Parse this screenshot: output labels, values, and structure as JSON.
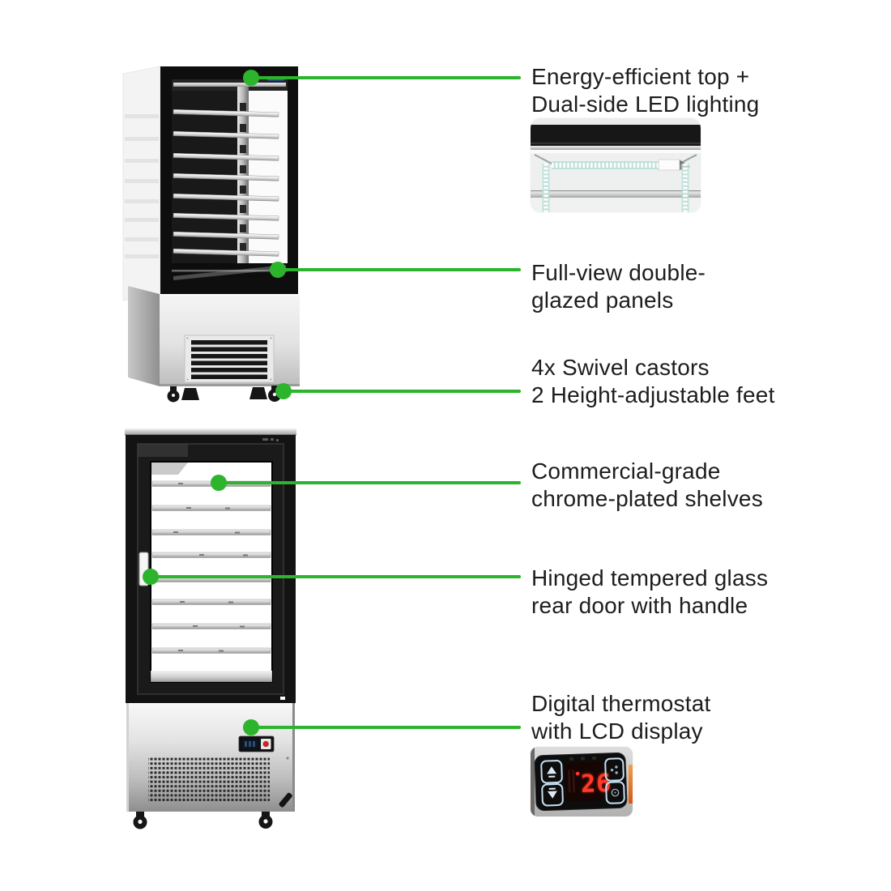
{
  "style": {
    "accent_green": "#2cb52c",
    "text_color": "#1d1d1d",
    "display_red": "#ff2d1f",
    "background": "#ffffff"
  },
  "callouts": [
    {
      "id": "led-lighting",
      "line1": "Energy-efficient top +",
      "line2": "Dual-side LED lighting"
    },
    {
      "id": "glazed-panels",
      "line1": "Full-view double-",
      "line2": "glazed panels"
    },
    {
      "id": "castors",
      "line1": "4x Swivel castors",
      "line2": "2 Height-adjustable feet"
    },
    {
      "id": "shelves",
      "line1": "Commercial-grade",
      "line2": "chrome-plated shelves"
    },
    {
      "id": "rear-door",
      "line1": "Hinged tempered glass",
      "line2": "rear door with handle"
    },
    {
      "id": "thermostat",
      "line1": "Digital thermostat",
      "line2": "with LCD display"
    }
  ],
  "thermostat": {
    "display_value": "26",
    "up_icon": "▲",
    "down_icon": "▼"
  }
}
